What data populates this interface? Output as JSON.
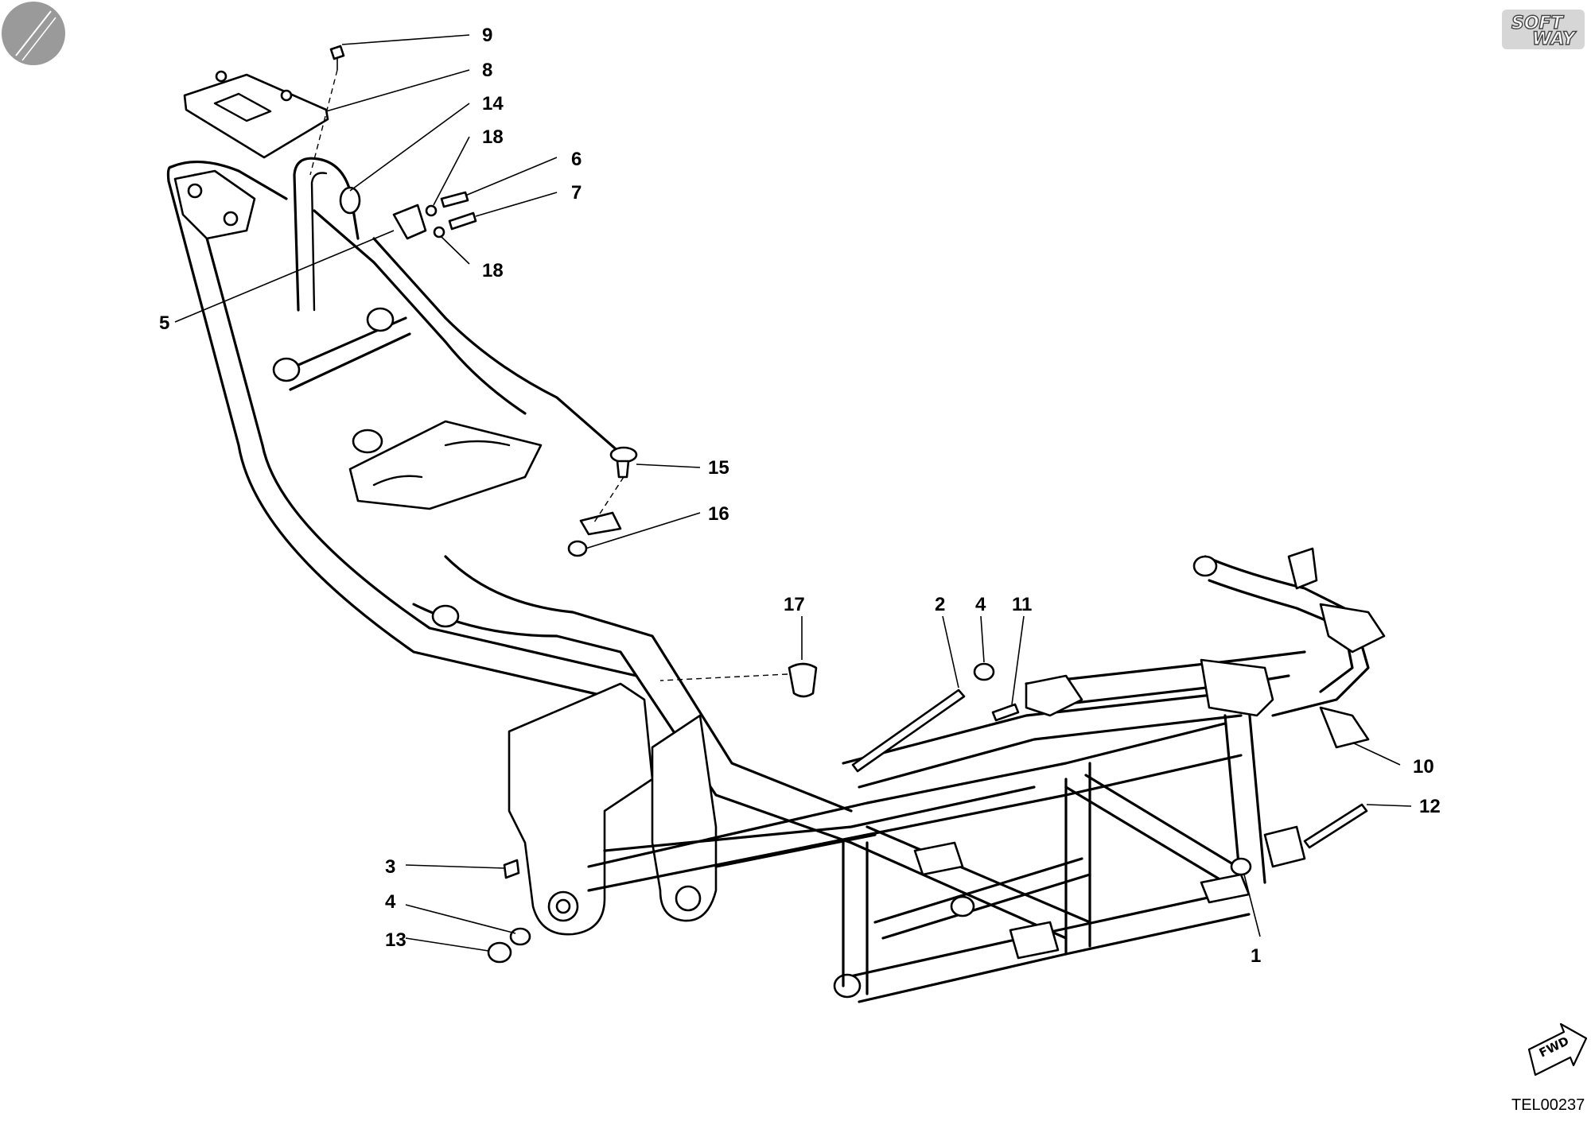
{
  "logo": {
    "line1": "SOFT",
    "line2": "WAY"
  },
  "orientation": {
    "label": "FWD"
  },
  "drawing_code": "TEL00237",
  "callouts": [
    {
      "id": "c9",
      "label": "9"
    },
    {
      "id": "c8",
      "label": "8"
    },
    {
      "id": "c14",
      "label": "14"
    },
    {
      "id": "c18a",
      "label": "18"
    },
    {
      "id": "c6",
      "label": "6"
    },
    {
      "id": "c7",
      "label": "7"
    },
    {
      "id": "c18b",
      "label": "18"
    },
    {
      "id": "c5",
      "label": "5"
    },
    {
      "id": "c15",
      "label": "15"
    },
    {
      "id": "c16",
      "label": "16"
    },
    {
      "id": "c17",
      "label": "17"
    },
    {
      "id": "c2",
      "label": "2"
    },
    {
      "id": "c4a",
      "label": "4"
    },
    {
      "id": "c11",
      "label": "11"
    },
    {
      "id": "c10",
      "label": "10"
    },
    {
      "id": "c12",
      "label": "12"
    },
    {
      "id": "c1",
      "label": "1"
    },
    {
      "id": "c3",
      "label": "3"
    },
    {
      "id": "c4b",
      "label": "4"
    },
    {
      "id": "c13",
      "label": "13"
    }
  ]
}
